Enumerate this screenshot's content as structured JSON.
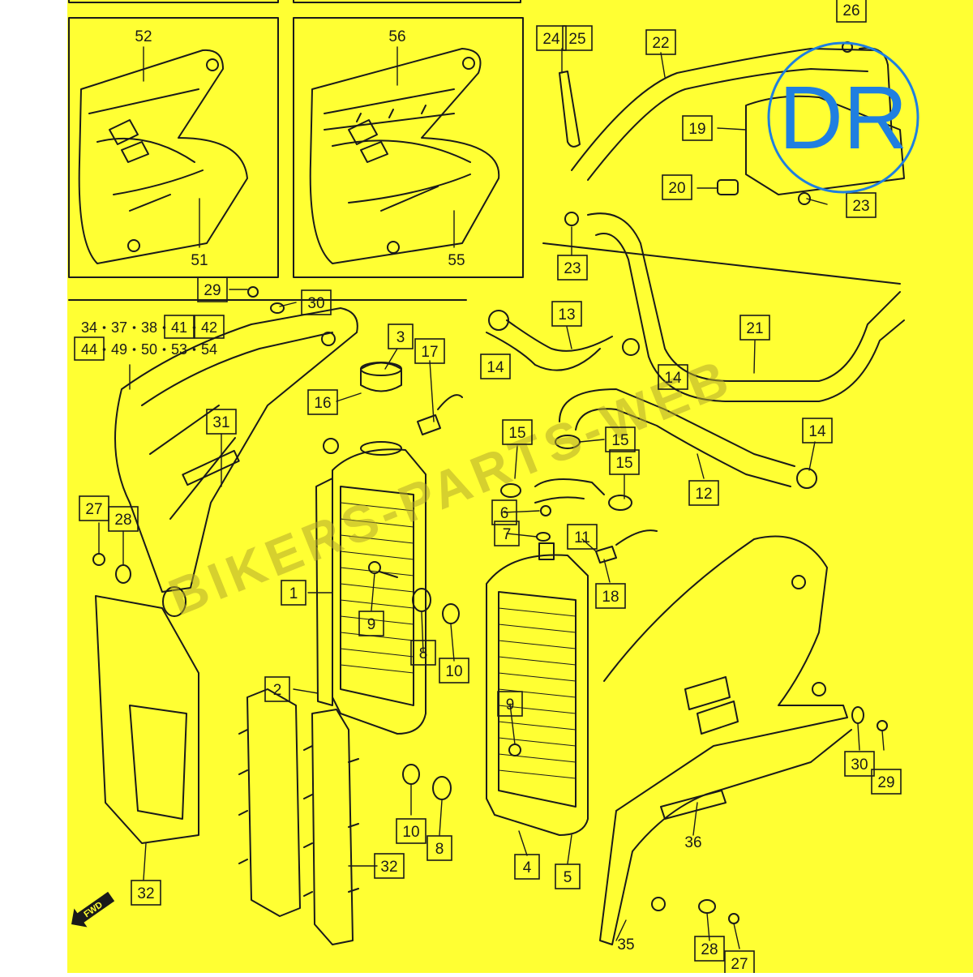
{
  "colors": {
    "background": "#ffff33",
    "line": "#1a1a1a",
    "badge_ring": "#1f7fe0",
    "badge_text": "#1f7fe0",
    "watermark": "#b5a92a"
  },
  "badge": {
    "text": "DR"
  },
  "watermark": {
    "text": "BIKERS-PARTS-WEB"
  },
  "fwd_label": "FWD",
  "header_lists": {
    "row1": [
      "34",
      "37",
      "38",
      "41",
      "42"
    ],
    "row2": [
      "44",
      "49",
      "50",
      "53",
      "54"
    ]
  },
  "callouts": [
    {
      "id": "c26",
      "label": "26",
      "boxed": true
    },
    {
      "id": "c52",
      "label": "52",
      "boxed": false
    },
    {
      "id": "c56",
      "label": "56",
      "boxed": false
    },
    {
      "id": "c24",
      "label": "24",
      "boxed": true
    },
    {
      "id": "c25",
      "label": "25",
      "boxed": true
    },
    {
      "id": "c22",
      "label": "22",
      "boxed": true
    },
    {
      "id": "c19",
      "label": "19",
      "boxed": true
    },
    {
      "id": "c20",
      "label": "20",
      "boxed": true
    },
    {
      "id": "c23a",
      "label": "23",
      "boxed": true
    },
    {
      "id": "c51",
      "label": "51",
      "boxed": false
    },
    {
      "id": "c55",
      "label": "55",
      "boxed": false
    },
    {
      "id": "c23b",
      "label": "23",
      "boxed": true
    },
    {
      "id": "c29a",
      "label": "29",
      "boxed": true
    },
    {
      "id": "c30a",
      "label": "30",
      "boxed": true
    },
    {
      "id": "c13",
      "label": "13",
      "boxed": true
    },
    {
      "id": "c21",
      "label": "21",
      "boxed": true
    },
    {
      "id": "c3",
      "label": "3",
      "boxed": true
    },
    {
      "id": "c17",
      "label": "17",
      "boxed": true
    },
    {
      "id": "c14a",
      "label": "14",
      "boxed": true
    },
    {
      "id": "c14b",
      "label": "14",
      "boxed": true
    },
    {
      "id": "c16",
      "label": "16",
      "boxed": true
    },
    {
      "id": "c31",
      "label": "31",
      "boxed": true
    },
    {
      "id": "c15a",
      "label": "15",
      "boxed": true
    },
    {
      "id": "c15b",
      "label": "15",
      "boxed": true
    },
    {
      "id": "c15c",
      "label": "15",
      "boxed": true
    },
    {
      "id": "c14c",
      "label": "14",
      "boxed": true
    },
    {
      "id": "c12",
      "label": "12",
      "boxed": true
    },
    {
      "id": "c27a",
      "label": "27",
      "boxed": true
    },
    {
      "id": "c28a",
      "label": "28",
      "boxed": true
    },
    {
      "id": "c6",
      "label": "6",
      "boxed": true
    },
    {
      "id": "c7",
      "label": "7",
      "boxed": true
    },
    {
      "id": "c11",
      "label": "11",
      "boxed": true
    },
    {
      "id": "c1",
      "label": "1",
      "boxed": true
    },
    {
      "id": "c18",
      "label": "18",
      "boxed": true
    },
    {
      "id": "c9a",
      "label": "9",
      "boxed": true
    },
    {
      "id": "c8a",
      "label": "8",
      "boxed": true
    },
    {
      "id": "c10a",
      "label": "10",
      "boxed": true
    },
    {
      "id": "c2",
      "label": "2",
      "boxed": true
    },
    {
      "id": "c9b",
      "label": "9",
      "boxed": true
    },
    {
      "id": "c30b",
      "label": "30",
      "boxed": true
    },
    {
      "id": "c29b",
      "label": "29",
      "boxed": true
    },
    {
      "id": "c10b",
      "label": "10",
      "boxed": true
    },
    {
      "id": "c8b",
      "label": "8",
      "boxed": true
    },
    {
      "id": "c32a",
      "label": "32",
      "boxed": true
    },
    {
      "id": "c36",
      "label": "36",
      "boxed": false
    },
    {
      "id": "c4",
      "label": "4",
      "boxed": true
    },
    {
      "id": "c5",
      "label": "5",
      "boxed": true
    },
    {
      "id": "c32b",
      "label": "32",
      "boxed": true
    },
    {
      "id": "c35",
      "label": "35",
      "boxed": false
    },
    {
      "id": "c28b",
      "label": "28",
      "boxed": true
    },
    {
      "id": "c27b",
      "label": "27",
      "boxed": true
    }
  ]
}
